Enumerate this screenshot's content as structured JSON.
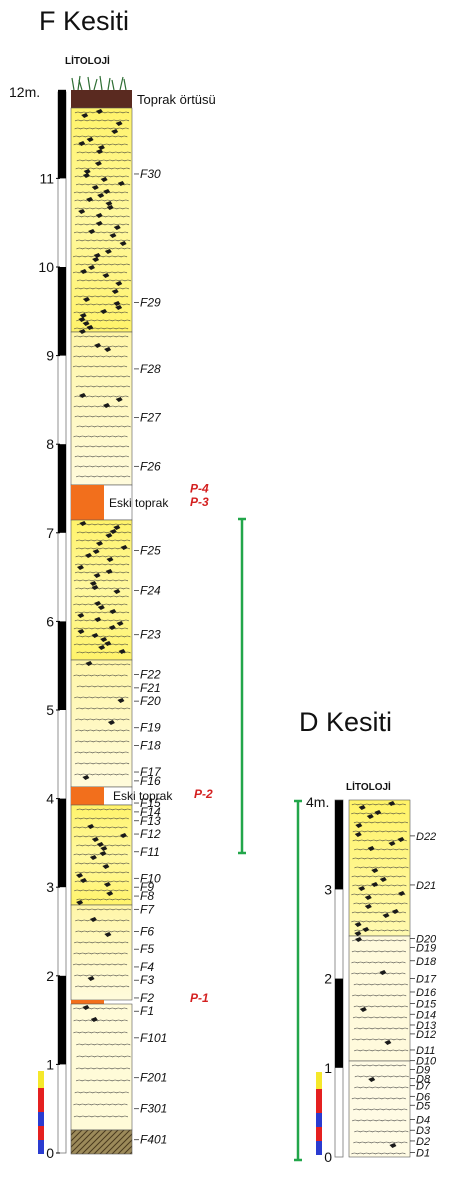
{
  "section_f": {
    "title": "F Kesiti",
    "lithology_header": "LİTOLOJİ",
    "top_unit": "12m.",
    "ticks": [
      "11",
      "10",
      "9",
      "8",
      "7",
      "6",
      "5",
      "4",
      "3",
      "2",
      "1",
      "0"
    ],
    "labels": {
      "toprak": "Toprak örtüsü",
      "eski1": "Eski toprak",
      "eski2": "Eski toprak"
    },
    "samples": [
      {
        "id": "F30",
        "m": 11.05
      },
      {
        "id": "F29",
        "m": 9.6
      },
      {
        "id": "F28",
        "m": 8.85
      },
      {
        "id": "F27",
        "m": 8.3
      },
      {
        "id": "F26",
        "m": 7.75
      },
      {
        "id": "F25",
        "m": 6.8
      },
      {
        "id": "F24",
        "m": 6.35
      },
      {
        "id": "F23",
        "m": 5.85
      },
      {
        "id": "F22",
        "m": 5.4
      },
      {
        "id": "F21",
        "m": 5.25
      },
      {
        "id": "F20",
        "m": 5.1
      },
      {
        "id": "F19",
        "m": 4.8
      },
      {
        "id": "F18",
        "m": 4.6
      },
      {
        "id": "F17",
        "m": 4.3
      },
      {
        "id": "F16",
        "m": 4.2
      },
      {
        "id": "F15",
        "m": 3.95
      },
      {
        "id": "F14",
        "m": 3.85
      },
      {
        "id": "F13",
        "m": 3.75
      },
      {
        "id": "F12",
        "m": 3.6
      },
      {
        "id": "F11",
        "m": 3.4
      },
      {
        "id": "F10",
        "m": 3.1
      },
      {
        "id": "F9",
        "m": 3.0
      },
      {
        "id": "F8",
        "m": 2.9
      },
      {
        "id": "F7",
        "m": 2.75
      },
      {
        "id": "F6",
        "m": 2.5
      },
      {
        "id": "F5",
        "m": 2.3
      },
      {
        "id": "F4",
        "m": 2.1
      },
      {
        "id": "F3",
        "m": 1.95
      },
      {
        "id": "F2",
        "m": 1.75
      },
      {
        "id": "F1",
        "m": 1.6
      },
      {
        "id": "F101",
        "m": 1.3
      },
      {
        "id": "F201",
        "m": 0.85
      },
      {
        "id": "F301",
        "m": 0.5
      },
      {
        "id": "F401",
        "m": 0.15
      }
    ],
    "paleosol_labels": [
      {
        "id": "P-4",
        "m": 7.5
      },
      {
        "id": "P-3",
        "m": 7.35
      },
      {
        "id": "P-2",
        "m": 4.05
      },
      {
        "id": "P-1",
        "m": 1.75
      }
    ]
  },
  "section_d": {
    "title": "D Kesiti",
    "lithology_header": "LİTOLOJİ",
    "top_unit": "4m.",
    "ticks": [
      "3",
      "2",
      "1",
      "0"
    ],
    "samples": [
      {
        "id": "D22",
        "m": 3.6
      },
      {
        "id": "D21",
        "m": 3.05
      },
      {
        "id": "D20",
        "m": 2.45
      },
      {
        "id": "D19",
        "m": 2.35
      },
      {
        "id": "D18",
        "m": 2.2
      },
      {
        "id": "D17",
        "m": 2.0
      },
      {
        "id": "D16",
        "m": 1.85
      },
      {
        "id": "D15",
        "m": 1.72
      },
      {
        "id": "D14",
        "m": 1.6
      },
      {
        "id": "D13",
        "m": 1.48
      },
      {
        "id": "D12",
        "m": 1.38
      },
      {
        "id": "D11",
        "m": 1.2
      },
      {
        "id": "D10",
        "m": 1.08
      },
      {
        "id": "D9",
        "m": 0.98
      },
      {
        "id": "D8",
        "m": 0.88
      },
      {
        "id": "D7",
        "m": 0.8
      },
      {
        "id": "D6",
        "m": 0.68
      },
      {
        "id": "D5",
        "m": 0.58
      },
      {
        "id": "D4",
        "m": 0.42
      },
      {
        "id": "D3",
        "m": 0.3
      },
      {
        "id": "D2",
        "m": 0.18
      },
      {
        "id": "D1",
        "m": 0.05
      }
    ]
  },
  "colors": {
    "loess_yellow": "#fff36a",
    "loess_pale": "#fffbd2",
    "paleosol_orange": "#f26f1c",
    "topsoil_brown": "#5a2a20",
    "correlation_green": "#22a64a",
    "legend": [
      "#f5e82a",
      "#e42020",
      "#2a3bd0"
    ]
  }
}
